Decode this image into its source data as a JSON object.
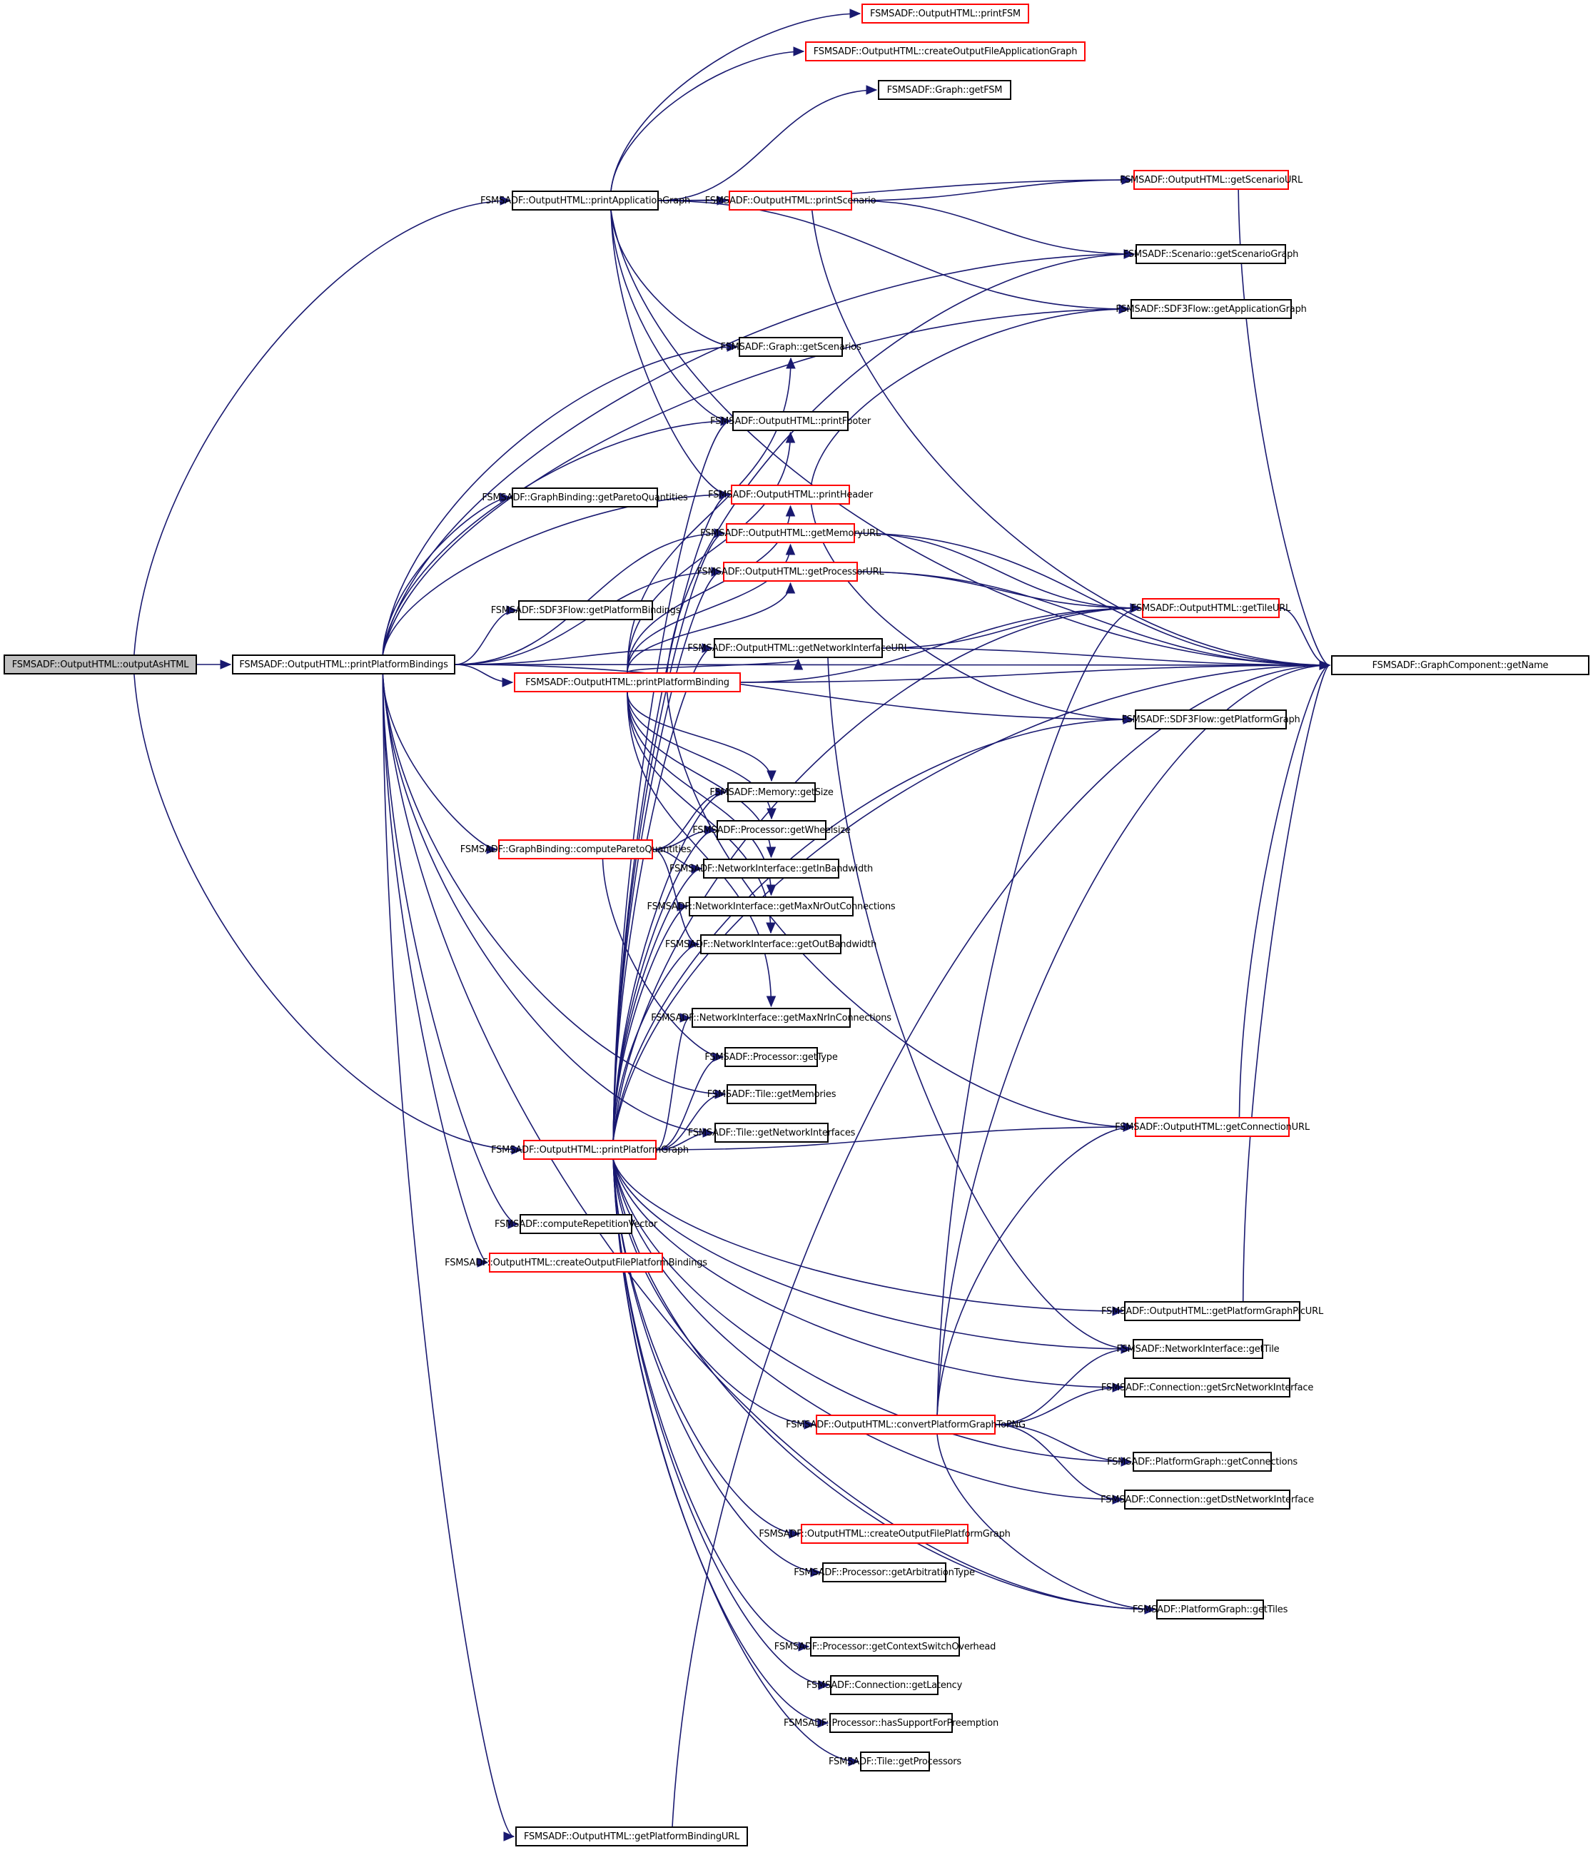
{
  "diagram": {
    "type": "call-graph",
    "colors": {
      "edge": "#191970",
      "node_border_default": "#000000",
      "node_border_truncated": "#ff0000",
      "root_fill": "#bfbfbf"
    },
    "root": "outputAsHTML",
    "nodes": [
      {
        "id": "outputAsHTML",
        "label": "FSMSADF::OutputHTML::outputAsHTML",
        "style": "root"
      },
      {
        "id": "printPlatformBindings",
        "label": "FSMSADF::OutputHTML::printPlatformBindings",
        "style": "normal"
      },
      {
        "id": "printApplicationGraph",
        "label": "FSMSADF::OutputHTML::printApplicationGraph",
        "style": "normal"
      },
      {
        "id": "printPlatformBinding",
        "label": "FSMSADF::OutputHTML::printPlatformBinding",
        "style": "red"
      },
      {
        "id": "computeParetoQuantities",
        "label": "FSMSADF::GraphBinding::computeParetoQuantities",
        "style": "red"
      },
      {
        "id": "printPlatformGraph",
        "label": "FSMSADF::OutputHTML::printPlatformGraph",
        "style": "red"
      },
      {
        "id": "getParetoQuantities",
        "label": "FSMSADF::GraphBinding::getParetoQuantities",
        "style": "normal"
      },
      {
        "id": "getPlatformBindings",
        "label": "FSMSADF::SDF3Flow::getPlatformBindings",
        "style": "normal"
      },
      {
        "id": "computeRepetitionVector",
        "label": "FSMSADF::computeRepetitionVector",
        "style": "normal"
      },
      {
        "id": "createOutputFilePlatformBindings",
        "label": "FSMSADF::OutputHTML::createOutputFilePlatformBindings",
        "style": "red"
      },
      {
        "id": "getPlatformBindingURL",
        "label": "FSMSADF::OutputHTML::getPlatformBindingURL",
        "style": "normal"
      },
      {
        "id": "printFSM",
        "label": "FSMSADF::OutputHTML::printFSM",
        "style": "red"
      },
      {
        "id": "createOutputFileApplicationGraph",
        "label": "FSMSADF::OutputHTML::createOutputFileApplicationGraph",
        "style": "red"
      },
      {
        "id": "getFSM",
        "label": "FSMSADF::Graph::getFSM",
        "style": "normal"
      },
      {
        "id": "printScenario",
        "label": "FSMSADF::OutputHTML::printScenario",
        "style": "red"
      },
      {
        "id": "getScenarios",
        "label": "FSMSADF::Graph::getScenarios",
        "style": "normal"
      },
      {
        "id": "printFooter",
        "label": "FSMSADF::OutputHTML::printFooter",
        "style": "normal"
      },
      {
        "id": "printHeader",
        "label": "FSMSADF::OutputHTML::printHeader",
        "style": "red"
      },
      {
        "id": "getMemoryURL",
        "label": "FSMSADF::OutputHTML::getMemoryURL",
        "style": "red"
      },
      {
        "id": "getProcessorURL",
        "label": "FSMSADF::OutputHTML::getProcessorURL",
        "style": "red"
      },
      {
        "id": "getNetworkInterfaceURL",
        "label": "FSMSADF::OutputHTML::getNetworkInterfaceURL",
        "style": "normal"
      },
      {
        "id": "getSize",
        "label": "FSMSADF::Memory::getSize",
        "style": "normal"
      },
      {
        "id": "getWheelsize",
        "label": "FSMSADF::Processor::getWheelsize",
        "style": "normal"
      },
      {
        "id": "getInBandwidth",
        "label": "FSMSADF::NetworkInterface::getInBandwidth",
        "style": "normal"
      },
      {
        "id": "getMaxNrOutConnections",
        "label": "FSMSADF::NetworkInterface::getMaxNrOutConnections",
        "style": "normal"
      },
      {
        "id": "getOutBandwidth",
        "label": "FSMSADF::NetworkInterface::getOutBandwidth",
        "style": "normal"
      },
      {
        "id": "getMaxNrInConnections",
        "label": "FSMSADF::NetworkInterface::getMaxNrInConnections",
        "style": "normal"
      },
      {
        "id": "getType",
        "label": "FSMSADF::Processor::getType",
        "style": "normal"
      },
      {
        "id": "getMemories",
        "label": "FSMSADF::Tile::getMemories",
        "style": "normal"
      },
      {
        "id": "getNetworkInterfaces",
        "label": "FSMSADF::Tile::getNetworkInterfaces",
        "style": "normal"
      },
      {
        "id": "getScenarioURL",
        "label": "FSMSADF::OutputHTML::getScenarioURL",
        "style": "red"
      },
      {
        "id": "getScenarioGraph",
        "label": "FSMSADF::Scenario::getScenarioGraph",
        "style": "normal"
      },
      {
        "id": "getApplicationGraph",
        "label": "FSMSADF::SDF3Flow::getApplicationGraph",
        "style": "normal"
      },
      {
        "id": "getTileURL",
        "label": "FSMSADF::OutputHTML::getTileURL",
        "style": "red"
      },
      {
        "id": "getName",
        "label": "FSMSADF::GraphComponent::getName",
        "style": "normal"
      },
      {
        "id": "getPlatformGraph",
        "label": "FSMSADF::SDF3Flow::getPlatformGraph",
        "style": "normal"
      },
      {
        "id": "getConnectionURL",
        "label": "FSMSADF::OutputHTML::getConnectionURL",
        "style": "red"
      },
      {
        "id": "getPlatformGraphPicURL",
        "label": "FSMSADF::OutputHTML::getPlatformGraphPicURL",
        "style": "normal"
      },
      {
        "id": "getTile",
        "label": "FSMSADF::NetworkInterface::getTile",
        "style": "normal"
      },
      {
        "id": "getSrcNetworkInterface",
        "label": "FSMSADF::Connection::getSrcNetworkInterface",
        "style": "normal"
      },
      {
        "id": "convertPlatformGraphToPNG",
        "label": "FSMSADF::OutputHTML::convertPlatformGraphToPNG",
        "style": "red"
      },
      {
        "id": "getConnections",
        "label": "FSMSADF::PlatformGraph::getConnections",
        "style": "normal"
      },
      {
        "id": "getDstNetworkInterface",
        "label": "FSMSADF::Connection::getDstNetworkInterface",
        "style": "normal"
      },
      {
        "id": "createOutputFilePlatformGraph",
        "label": "FSMSADF::OutputHTML::createOutputFilePlatformGraph",
        "style": "red"
      },
      {
        "id": "getArbitrationType",
        "label": "FSMSADF::Processor::getArbitrationType",
        "style": "normal"
      },
      {
        "id": "getTiles",
        "label": "FSMSADF::PlatformGraph::getTiles",
        "style": "normal"
      },
      {
        "id": "getContextSwitchOverhead",
        "label": "FSMSADF::Processor::getContextSwitchOverhead",
        "style": "normal"
      },
      {
        "id": "getLatency",
        "label": "FSMSADF::Connection::getLatency",
        "style": "normal"
      },
      {
        "id": "hasSupportForPreemption",
        "label": "FSMSADF::Processor::hasSupportForPreemption",
        "style": "normal"
      },
      {
        "id": "getProcessors",
        "label": "FSMSADF::Tile::getProcessors",
        "style": "normal"
      }
    ],
    "edges": [
      [
        "outputAsHTML",
        "printPlatformBindings"
      ],
      [
        "outputAsHTML",
        "printApplicationGraph"
      ],
      [
        "outputAsHTML",
        "printPlatformGraph"
      ],
      [
        "printApplicationGraph",
        "printFSM"
      ],
      [
        "printApplicationGraph",
        "createOutputFileApplicationGraph"
      ],
      [
        "printApplicationGraph",
        "getFSM"
      ],
      [
        "printApplicationGraph",
        "getName"
      ],
      [
        "printApplicationGraph",
        "getScenarioURL"
      ],
      [
        "printApplicationGraph",
        "printScenario"
      ],
      [
        "printApplicationGraph",
        "getApplicationGraph"
      ],
      [
        "printApplicationGraph",
        "getScenarios"
      ],
      [
        "printApplicationGraph",
        "printFooter"
      ],
      [
        "printApplicationGraph",
        "printHeader"
      ],
      [
        "printScenario",
        "getScenarioURL"
      ],
      [
        "printScenario",
        "getScenarioGraph"
      ],
      [
        "printScenario",
        "getName"
      ],
      [
        "getScenarioURL",
        "getName"
      ],
      [
        "printHeader",
        "getApplicationGraph"
      ],
      [
        "printHeader",
        "getPlatformGraph"
      ],
      [
        "getMemoryURL",
        "getTileURL"
      ],
      [
        "getMemoryURL",
        "getName"
      ],
      [
        "getProcessorURL",
        "getTileURL"
      ],
      [
        "getProcessorURL",
        "getName"
      ],
      [
        "getNetworkInterfaceURL",
        "getTileURL"
      ],
      [
        "getNetworkInterfaceURL",
        "getName"
      ],
      [
        "getNetworkInterfaceURL",
        "getTile"
      ],
      [
        "getTileURL",
        "getName"
      ],
      [
        "getConnectionURL",
        "getName"
      ],
      [
        "getPlatformGraphPicURL",
        "getName"
      ],
      [
        "printPlatformBindings",
        "getScenarioGraph"
      ],
      [
        "printPlatformBindings",
        "getApplicationGraph"
      ],
      [
        "printPlatformBindings",
        "getScenarios"
      ],
      [
        "printPlatformBindings",
        "printFooter"
      ],
      [
        "printPlatformBindings",
        "printHeader"
      ],
      [
        "printPlatformBindings",
        "getParetoQuantities"
      ],
      [
        "printPlatformBindings",
        "getMemoryURL"
      ],
      [
        "printPlatformBindings",
        "getProcessorURL"
      ],
      [
        "printPlatformBindings",
        "getPlatformBindings"
      ],
      [
        "printPlatformBindings",
        "getNetworkInterfaceURL"
      ],
      [
        "printPlatformBindings",
        "printPlatformBinding"
      ],
      [
        "printPlatformBindings",
        "getPlatformGraph"
      ],
      [
        "printPlatformBindings",
        "computeParetoQuantities"
      ],
      [
        "printPlatformBindings",
        "getName"
      ],
      [
        "printPlatformBindings",
        "getMemories"
      ],
      [
        "printPlatformBindings",
        "getNetworkInterfaces"
      ],
      [
        "printPlatformBindings",
        "computeRepetitionVector"
      ],
      [
        "printPlatformBindings",
        "createOutputFilePlatformBindings"
      ],
      [
        "printPlatformBindings",
        "getTiles"
      ],
      [
        "printPlatformBindings",
        "getPlatformBindingURL"
      ],
      [
        "printPlatformBinding",
        "getScenarios"
      ],
      [
        "printPlatformBinding",
        "printFooter"
      ],
      [
        "printPlatformBinding",
        "printHeader"
      ],
      [
        "printPlatformBinding",
        "getMemoryURL"
      ],
      [
        "printPlatformBinding",
        "getProcessorURL"
      ],
      [
        "printPlatformBinding",
        "getTileURL"
      ],
      [
        "printPlatformBinding",
        "getNetworkInterfaceURL"
      ],
      [
        "printPlatformBinding",
        "getName"
      ],
      [
        "printPlatformBinding",
        "getConnectionURL"
      ],
      [
        "printPlatformBinding",
        "getScenarioGraph"
      ],
      [
        "printPlatformBinding",
        "getSize"
      ],
      [
        "printPlatformBinding",
        "getWheelsize"
      ],
      [
        "printPlatformBinding",
        "getInBandwidth"
      ],
      [
        "printPlatformBinding",
        "getMaxNrOutConnections"
      ],
      [
        "printPlatformBinding",
        "getOutBandwidth"
      ],
      [
        "printPlatformBinding",
        "getMaxNrInConnections"
      ],
      [
        "computeParetoQuantities",
        "getSize"
      ],
      [
        "computeParetoQuantities",
        "getWheelsize"
      ],
      [
        "computeParetoQuantities",
        "getInBandwidth"
      ],
      [
        "computeParetoQuantities",
        "getOutBandwidth"
      ],
      [
        "computeParetoQuantities",
        "getType"
      ],
      [
        "printPlatformGraph",
        "printFooter"
      ],
      [
        "printPlatformGraph",
        "printHeader"
      ],
      [
        "printPlatformGraph",
        "getMemoryURL"
      ],
      [
        "printPlatformGraph",
        "getProcessorURL"
      ],
      [
        "printPlatformGraph",
        "getNetworkInterfaceURL"
      ],
      [
        "printPlatformGraph",
        "getSize"
      ],
      [
        "printPlatformGraph",
        "getWheelsize"
      ],
      [
        "printPlatformGraph",
        "getInBandwidth"
      ],
      [
        "printPlatformGraph",
        "getMaxNrOutConnections"
      ],
      [
        "printPlatformGraph",
        "getOutBandwidth"
      ],
      [
        "printPlatformGraph",
        "getMaxNrInConnections"
      ],
      [
        "printPlatformGraph",
        "getType"
      ],
      [
        "printPlatformGraph",
        "getMemories"
      ],
      [
        "printPlatformGraph",
        "getNetworkInterfaces"
      ],
      [
        "printPlatformGraph",
        "getTileURL"
      ],
      [
        "printPlatformGraph",
        "getPlatformGraph"
      ],
      [
        "printPlatformGraph",
        "getConnectionURL"
      ],
      [
        "printPlatformGraph",
        "getName"
      ],
      [
        "printPlatformGraph",
        "getPlatformGraphPicURL"
      ],
      [
        "printPlatformGraph",
        "getTile"
      ],
      [
        "printPlatformGraph",
        "getSrcNetworkInterface"
      ],
      [
        "printPlatformGraph",
        "convertPlatformGraphToPNG"
      ],
      [
        "printPlatformGraph",
        "getConnections"
      ],
      [
        "printPlatformGraph",
        "getDstNetworkInterface"
      ],
      [
        "printPlatformGraph",
        "createOutputFilePlatformGraph"
      ],
      [
        "printPlatformGraph",
        "getArbitrationType"
      ],
      [
        "printPlatformGraph",
        "getTiles"
      ],
      [
        "printPlatformGraph",
        "getContextSwitchOverhead"
      ],
      [
        "printPlatformGraph",
        "getLatency"
      ],
      [
        "printPlatformGraph",
        "hasSupportForPreemption"
      ],
      [
        "printPlatformGraph",
        "getProcessors"
      ],
      [
        "convertPlatformGraphToPNG",
        "getTileURL"
      ],
      [
        "convertPlatformGraphToPNG",
        "getConnectionURL"
      ],
      [
        "convertPlatformGraphToPNG",
        "getTile"
      ],
      [
        "convertPlatformGraphToPNG",
        "getSrcNetworkInterface"
      ],
      [
        "convertPlatformGraphToPNG",
        "getName"
      ],
      [
        "convertPlatformGraphToPNG",
        "getConnections"
      ],
      [
        "convertPlatformGraphToPNG",
        "getDstNetworkInterface"
      ],
      [
        "convertPlatformGraphToPNG",
        "getTiles"
      ],
      [
        "getPlatformBindingURL",
        "getName"
      ]
    ]
  }
}
